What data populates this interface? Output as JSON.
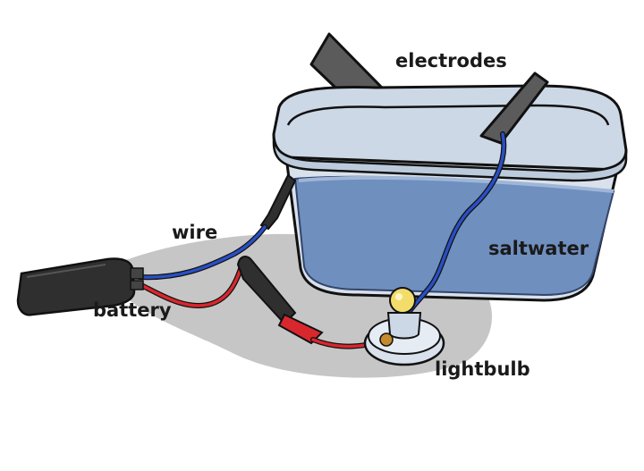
{
  "labels": {
    "electrodes": "electrodes",
    "wire": "wire",
    "saltwater": "saltwater",
    "battery": "battery",
    "lightbulb": "lightbulb"
  },
  "colors": {
    "container": "#cdd8e6",
    "water": "#6f8fbf",
    "electrode": "#5b5b5b",
    "wire_blue": "#2a4fc4",
    "wire_red": "#d9272e",
    "shadow": "#c6c6c6",
    "battery": "#2f2f2f",
    "bulb": "#f3dd6a"
  }
}
